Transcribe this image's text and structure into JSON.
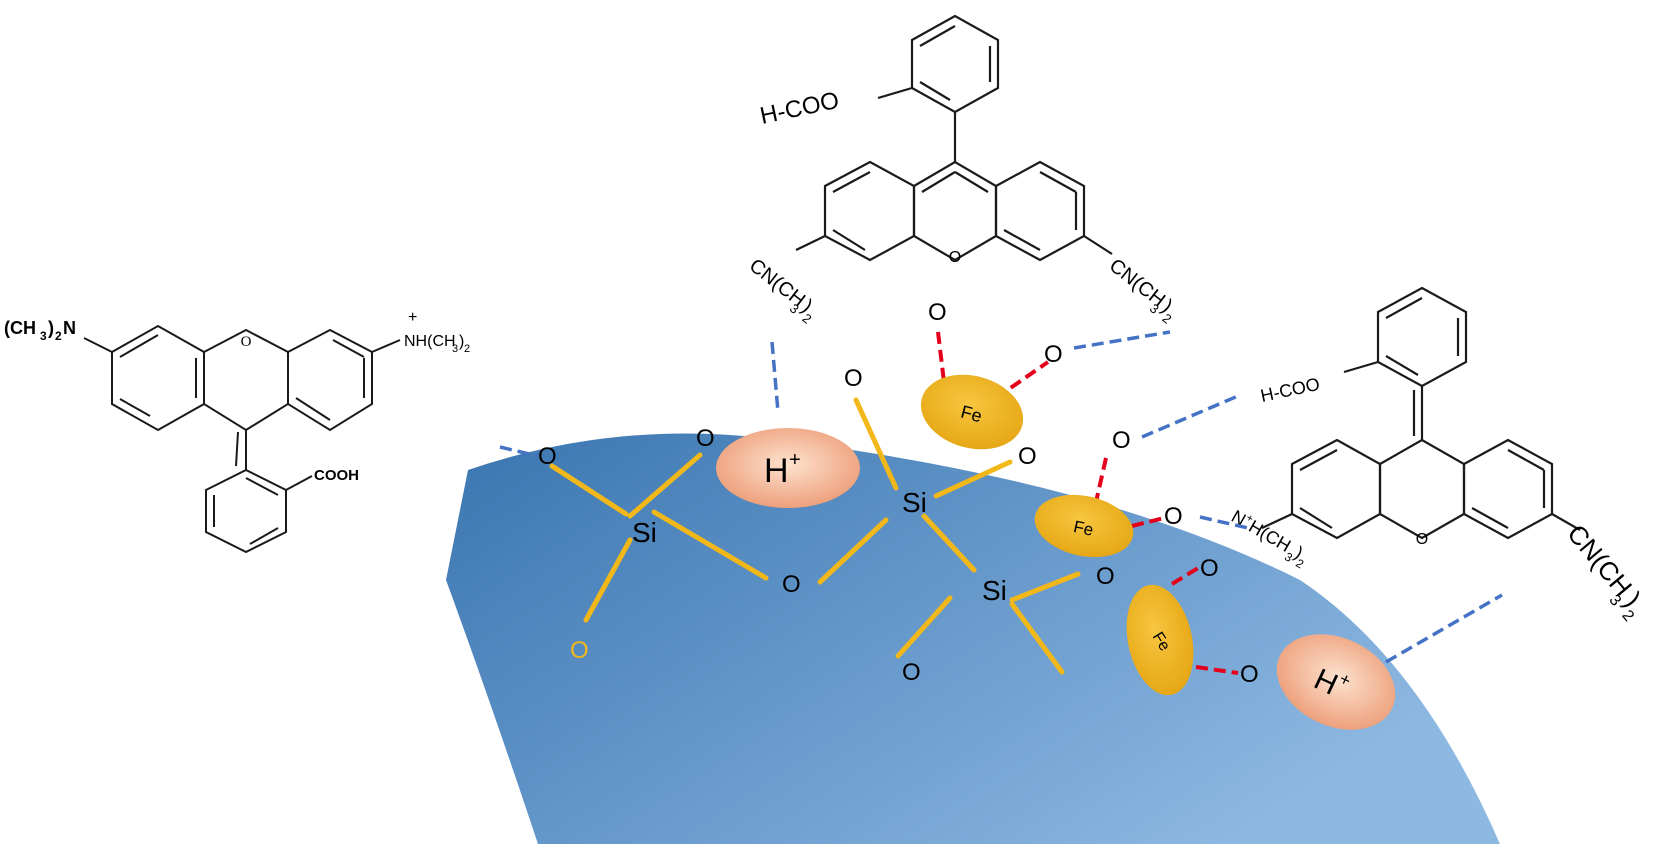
{
  "labels": {
    "left_molecule": {
      "n_group": "(CH",
      "n_group_sub": "3",
      "n_group_tail": ")",
      "n_group_sub2": "2",
      "n_group_end": "N",
      "ring_o": "O",
      "cation_plus": "+",
      "nh_group": "NH(CH",
      "nh_sub": "3",
      "nh_tail": ")",
      "nh_sub2": "2",
      "cooh": "COOH"
    },
    "top_molecule": {
      "hcoo": "H-COO",
      "ring_o": "O",
      "cn_left": "CN(CH",
      "cn_left_sub": "3",
      "cn_left_tail": ")",
      "cn_left_sub2": "2",
      "cn_right": "CN(CH",
      "cn_right_sub": "3",
      "cn_right_tail": ")",
      "cn_right_sub2": "2"
    },
    "right_molecule": {
      "hcoo": "H-COO",
      "ring_o": "O",
      "n_h": "N",
      "n_plus": "+",
      "n_h_tail": "H(CH",
      "n_h_sub": "3",
      "n_h_tail2": ")",
      "n_h_sub2": "2",
      "cn": "CN(CH",
      "cn_sub": "3",
      "cn_tail": ")",
      "cn_sub2": "2"
    },
    "surface": {
      "si": "Si",
      "oxygen": "O",
      "fe": "Fe",
      "h": "H",
      "h_plus": "+"
    }
  },
  "colors": {
    "surface_dark": "#3a75b0",
    "surface_light": "#8db8e2",
    "bond_yellow": "#f2b81a",
    "fe_fill": "#f0b41c",
    "h_fill_center": "#fde2cf",
    "h_fill_edge": "#ec9a74",
    "hbond_blue": "#4472c4",
    "fe_o_red": "#e4001b",
    "line_black": "#1a1a1a"
  }
}
